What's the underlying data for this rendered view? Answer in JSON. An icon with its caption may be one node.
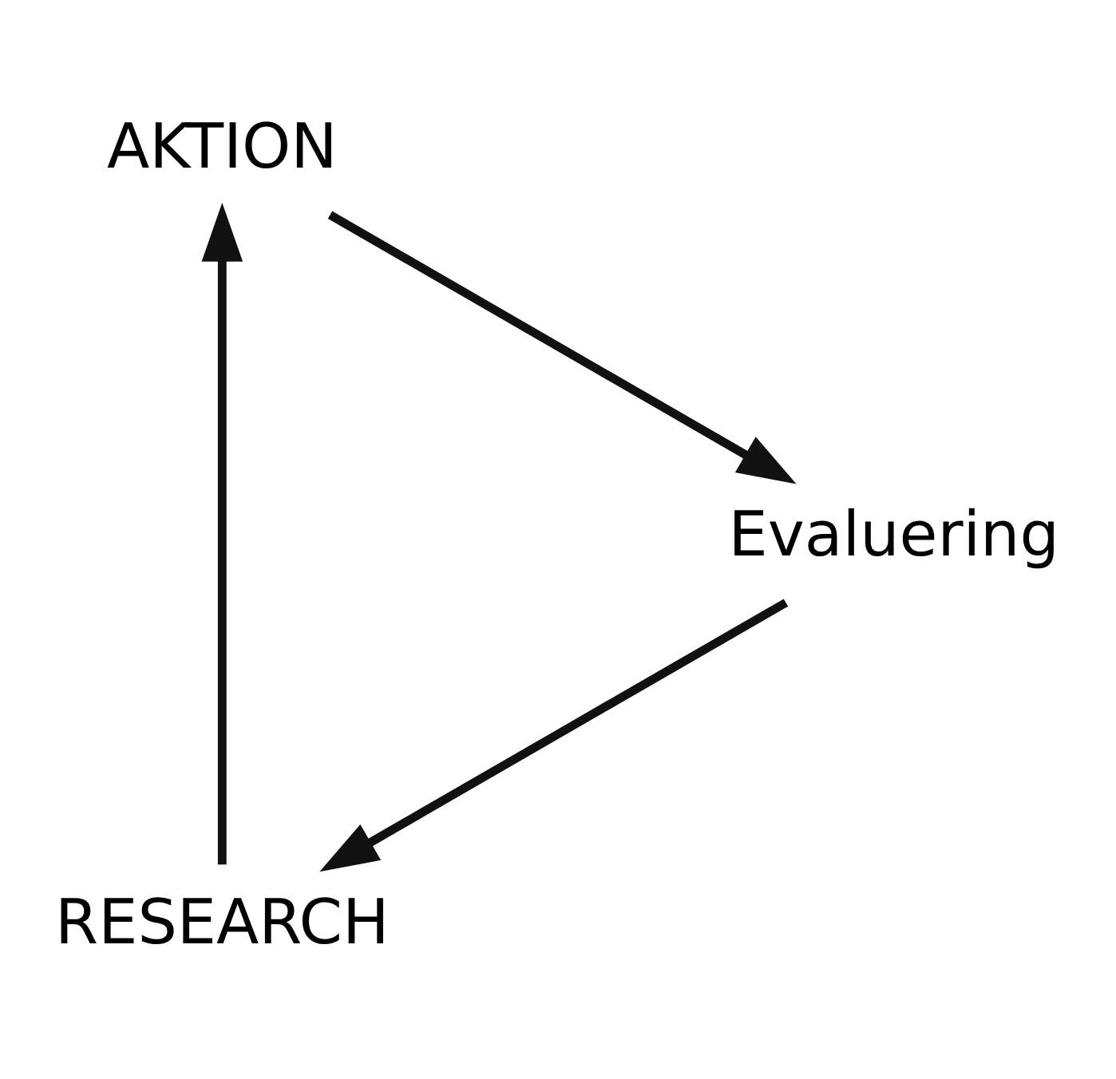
{
  "diagram": {
    "nodes": [
      {
        "text": [
          "RESEARCH"
        ]
      },
      {
        "text": [
          "AKTION"
        ]
      },
      {
        "text": [
          "Evaluering"
        ]
      }
    ],
    "edges": [
      {
        "from": 0,
        "to": 1,
        "arrow": "to"
      },
      {
        "from": 1,
        "to": 2,
        "arrow": "to"
      },
      {
        "from": 2,
        "to": 0,
        "arrow": "to"
      }
    ]
  }
}
